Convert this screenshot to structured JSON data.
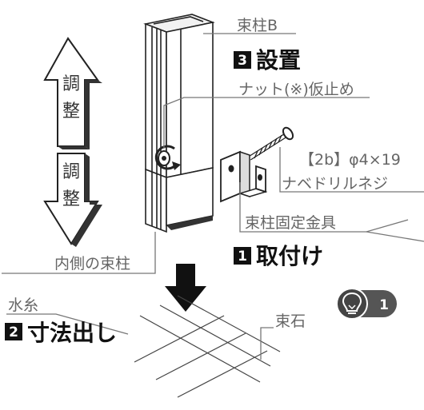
{
  "labels": {
    "post_b": "束柱B",
    "step3_num": "3",
    "step3_text": "設置",
    "nut": "ナット(※)仮止め",
    "screw_spec": "【2b】φ4×19",
    "screw_name": "ナベドリルネジ",
    "bracket": "束柱固定金具",
    "step1_num": "1",
    "step1_text": "取付け",
    "inner_post": "内側の束柱",
    "level_line": "水糸",
    "step2_num": "2",
    "step2_text": "寸法出し",
    "foundation_stone": "束石",
    "tip_number": "1"
  },
  "arrows": {
    "up_chars": [
      "調",
      "整"
    ],
    "down_chars": [
      "調",
      "整"
    ]
  },
  "icons": {
    "tip_badge": "lightbulb-icon"
  }
}
